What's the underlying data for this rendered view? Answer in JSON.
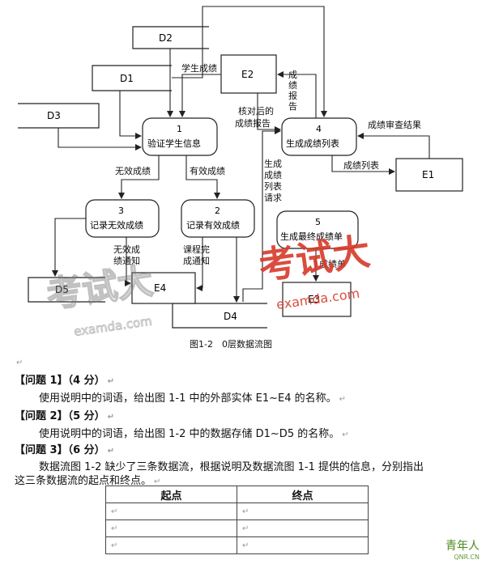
{
  "diagram": {
    "caption": "图1-2　0层数据流图",
    "stores": {
      "d1": "D1",
      "d2": "D2",
      "d3": "D3",
      "d4": "D4",
      "d5": "D5"
    },
    "entities": {
      "e1": "E1",
      "e2": "E2",
      "e3": "E3",
      "e4": "E4"
    },
    "processes": {
      "p1": {
        "num": "1",
        "name": "验证学生信息"
      },
      "p2": {
        "num": "2",
        "name": "记录有效成绩"
      },
      "p3": {
        "num": "3",
        "name": "记录无效成绩"
      },
      "p4": {
        "num": "4",
        "name": "生成成绩列表"
      },
      "p5": {
        "num": "5",
        "name": "生成最终成绩单"
      }
    },
    "flows": {
      "student_score": "学生成绩",
      "verified_report": [
        "核对后的",
        "成绩报告"
      ],
      "score_report": [
        "成",
        "绩",
        "报",
        "告"
      ],
      "review_result": "成绩审查结果",
      "score_list": "成绩列表",
      "invalid_score": "无效成绩",
      "valid_score": "有效成绩",
      "gen_list_request": [
        "生成",
        "成绩",
        "列表",
        "请求"
      ],
      "invalid_notice": [
        "无效成",
        "绩通知"
      ],
      "course_notice": [
        "课程完",
        "成通知"
      ],
      "score_sheet": "成绩单"
    },
    "watermark": {
      "big": "考试大",
      "small": "examda.com"
    }
  },
  "questions": [
    {
      "head": "【问题 1】（4 分）",
      "lines": [
        "使用说明中的词语，给出图 1-1 中的外部实体 E1~E4 的名称。"
      ]
    },
    {
      "head": "【问题 2】（5 分）",
      "lines": [
        "使用说明中的词语，给出图 1-2 中的数据存储 D1~D5 的名称。"
      ]
    },
    {
      "head": "【问题 3】（6 分）",
      "lines": [
        "数据流图 1-2 缺少了三条数据流，根据说明及数据流图 1-1 提供的信息，分别指出",
        "这三条数据流的起点和终点。"
      ]
    }
  ],
  "table": {
    "headers": [
      "起点",
      "终点"
    ],
    "rows": 3
  },
  "paragraph_mark": "↵",
  "logo": {
    "main": "青年人",
    "sub": "QNR.CN"
  }
}
